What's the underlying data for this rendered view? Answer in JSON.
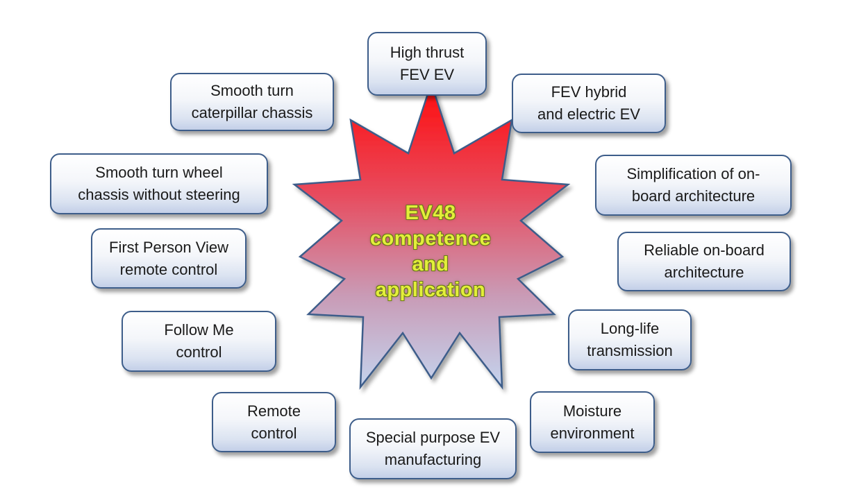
{
  "center": {
    "lines": [
      "EV48",
      "competence",
      "and",
      "application"
    ]
  },
  "boxes": {
    "high_thrust": [
      "High thrust",
      "FEV EV"
    ],
    "fev_hybrid": [
      "FEV hybrid",
      "and electric EV"
    ],
    "simplification": [
      "Simplification of on-",
      "board architecture"
    ],
    "reliable": [
      "Reliable on-board",
      "architecture"
    ],
    "long_life": [
      "Long-life",
      "transmission"
    ],
    "moisture": [
      "Moisture",
      "environment"
    ],
    "special_purpose": [
      "Special purpose EV",
      "manufacturing"
    ],
    "remote_control": [
      "Remote",
      "control"
    ],
    "follow_me": [
      "Follow Me",
      "control"
    ],
    "first_person": [
      "First Person View",
      "remote control"
    ],
    "wheel_chassis": [
      "Smooth turn wheel",
      "chassis without steering"
    ],
    "caterpillar": [
      "Smooth turn",
      "caterpillar chassis"
    ]
  },
  "colors": {
    "star_top": "#ff1010",
    "star_bottom": "#c8d6ee",
    "star_border": "#3d5d8a",
    "box_border": "#3d5d8a",
    "center_text": "#e3ef3a"
  }
}
